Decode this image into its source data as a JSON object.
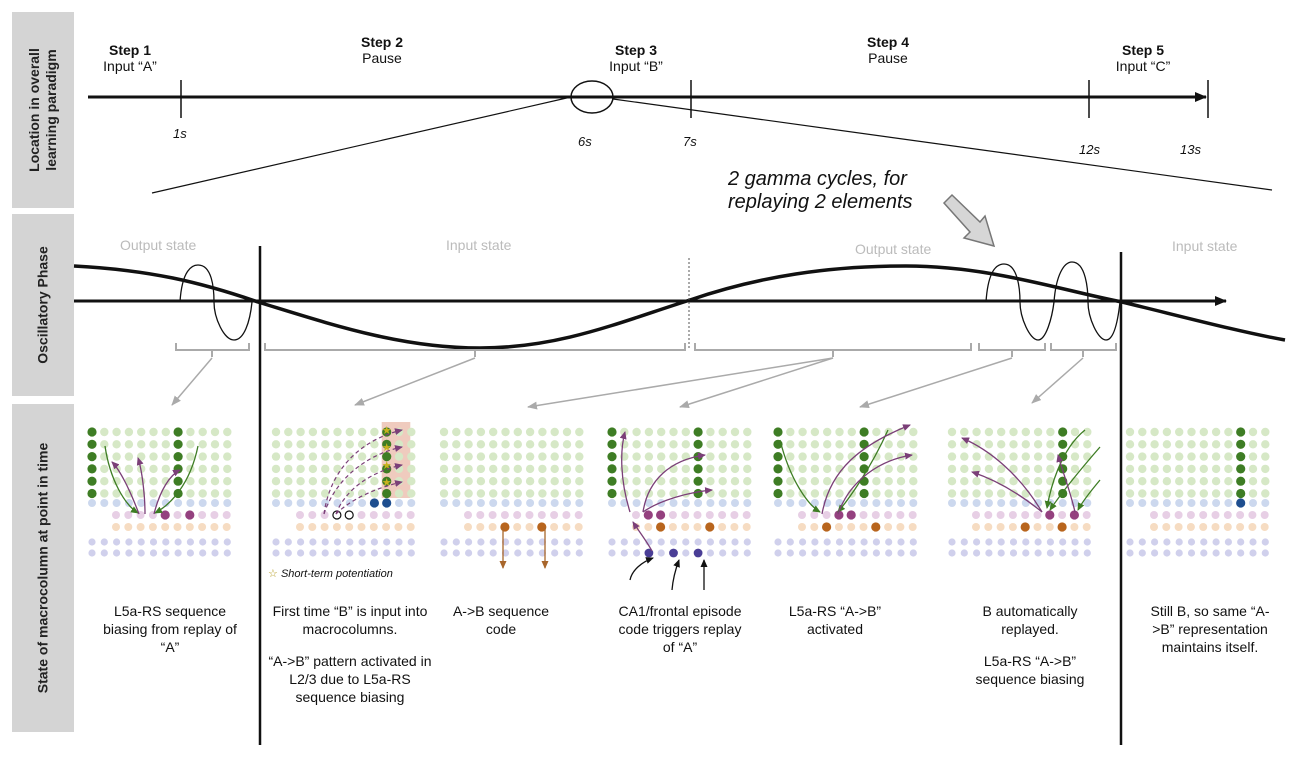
{
  "row_labels": {
    "location": "Location in overall learning paradigm",
    "phase": "Oscillatory Phase",
    "state": "State of macrocolumn at point in time"
  },
  "steps": [
    {
      "title": "Step 1",
      "desc": "Input “A”"
    },
    {
      "title": "Step 2",
      "desc": "Pause"
    },
    {
      "title": "Step 3",
      "desc": "Input “B”"
    },
    {
      "title": "Step 4",
      "desc": "Pause"
    },
    {
      "title": "Step 5",
      "desc": "Input “C”"
    }
  ],
  "ticks": [
    "1s",
    "6s",
    "7s",
    "12s",
    "13s"
  ],
  "annotation": "2 gamma cycles, for replaying 2 elements",
  "phase_states": [
    "Output state",
    "Input state",
    "Output state",
    "Input state"
  ],
  "legend": "Short-term potentiation",
  "captions": [
    {
      "lines": [
        "L5a-RS sequence biasing from replay of “A”"
      ]
    },
    {
      "lines": [
        "First time “B” is input into macrocolumns.",
        "“A->B” pattern activated in L2/3 due to L5a-RS sequence biasing"
      ]
    },
    {
      "lines": [
        "A->B sequence code"
      ]
    },
    {
      "lines": [
        "CA1/frontal episode code triggers replay of “A”"
      ]
    },
    {
      "lines": [
        "L5a-RS “A->B” activated"
      ]
    },
    {
      "lines": [
        "B automatically replayed.",
        "L5a-RS “A->B” sequence biasing"
      ]
    },
    {
      "lines": [
        "Still B, so same “A->B” representation maintains itself."
      ]
    }
  ],
  "colors": {
    "l23_light": "#d6e8c6",
    "l23_active": "#3e7d24",
    "l4_light": "#ccd8ee",
    "l4_active": "#1e4e8f",
    "l5a_light": "#e7cfe5",
    "l5a_active": "#94417f",
    "l5b_light": "#f6dcc2",
    "l5b_active": "#b8651d",
    "l6_light": "#d0d0ec",
    "l6_active": "#4a3e96",
    "arrow_purple": "#7b3f78",
    "arrow_brown": "#a8662b",
    "label_gray": "#d4d4d4"
  }
}
